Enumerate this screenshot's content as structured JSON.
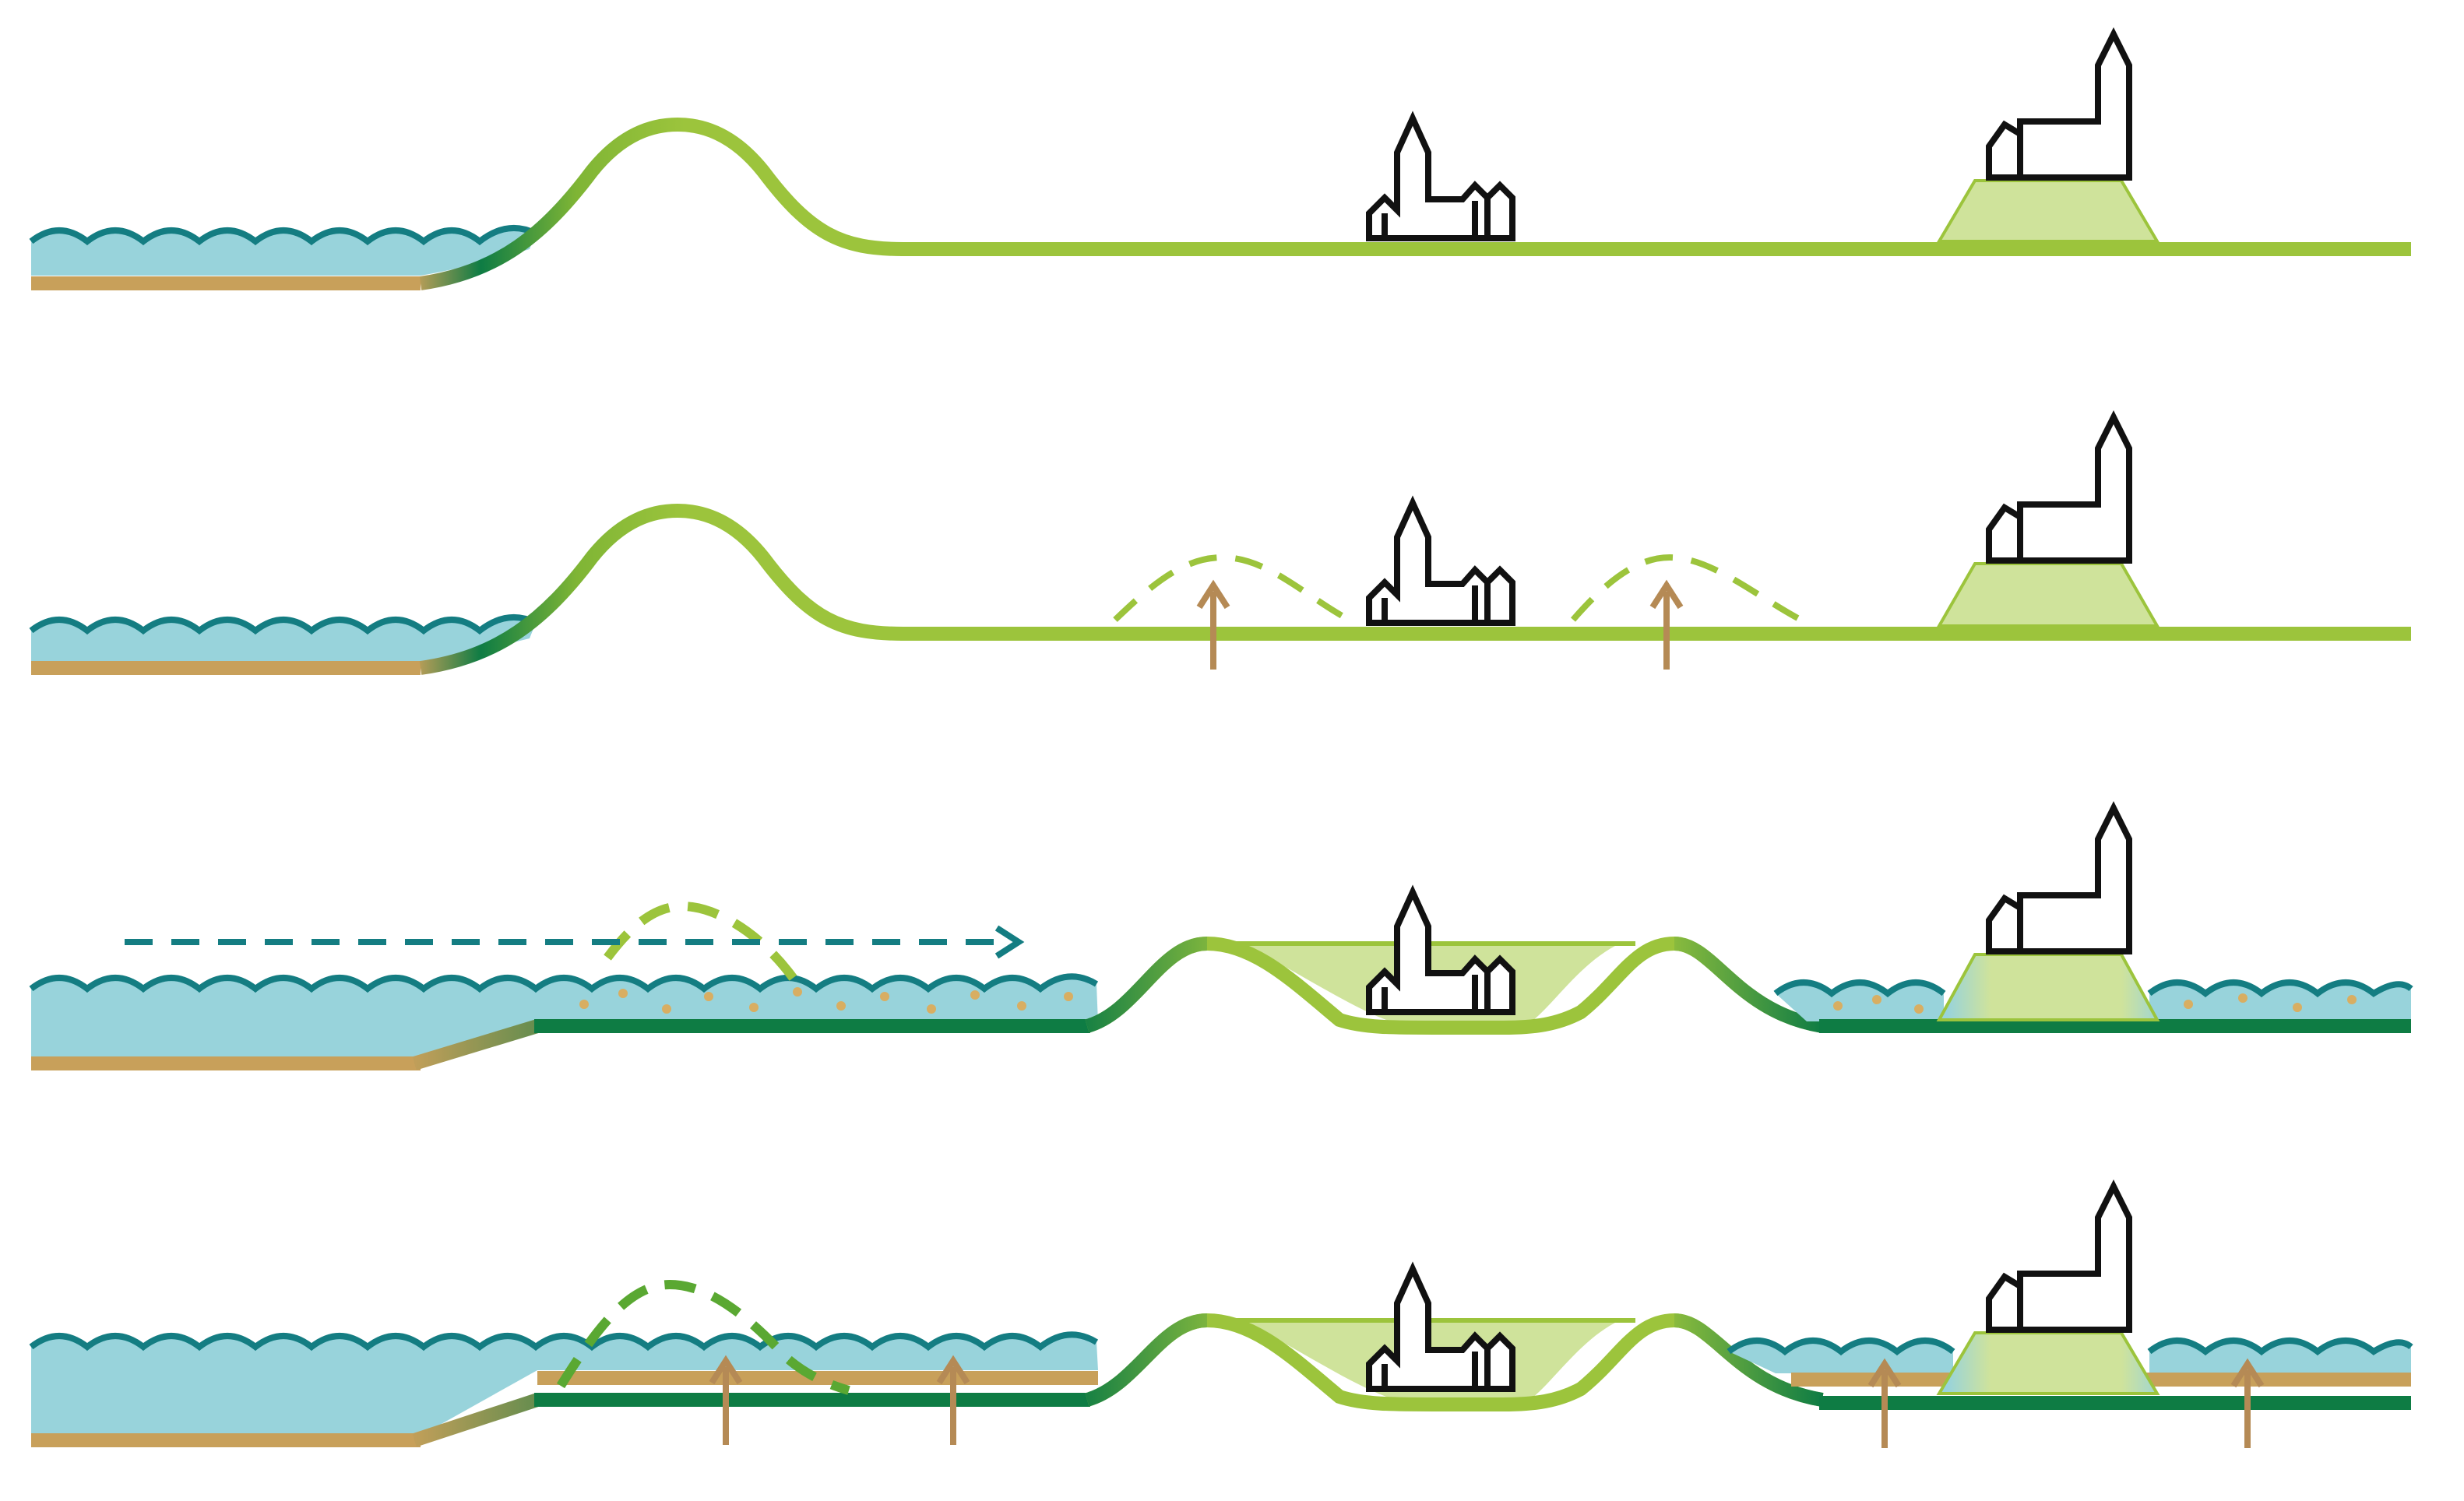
{
  "diagram": {
    "panels": [
      {
        "id": "panel-1",
        "scenario": "dike-at-coast"
      },
      {
        "id": "panel-2",
        "scenario": "dike-with-land-raising"
      },
      {
        "id": "panel-3",
        "scenario": "flooded-hinterland-with-sedimentation"
      },
      {
        "id": "panel-4",
        "scenario": "flooded-hinterland-with-land-raising"
      }
    ],
    "colors": {
      "water_fill": "#98d3db",
      "water_line": "#147d82",
      "sand": "#c8a05a",
      "dike_light": "#9cc43c",
      "dike_dark": "#0e7c44",
      "mound_fill": "#cfe39b",
      "arrow": "#b58a55",
      "sediment_dot": "#d8ae62",
      "church_stroke": "#111111",
      "church_fill": "#ffffff"
    },
    "icons": [
      "church-icon",
      "raise-arrow-icon",
      "flow-arrow-icon",
      "terp-mound"
    ]
  }
}
